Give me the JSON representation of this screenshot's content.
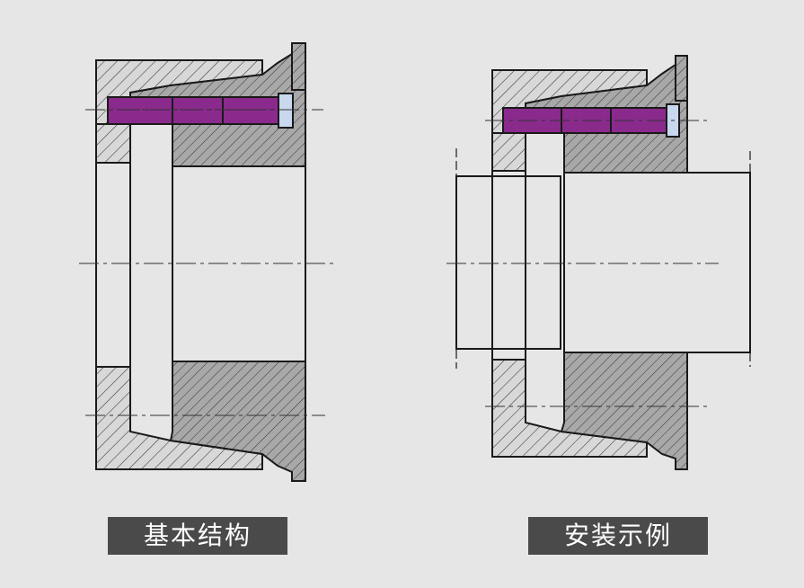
{
  "captions": {
    "basic_structure": "基本结构",
    "installation_example": "安装示例"
  },
  "colors": {
    "background": "#e6e6e6",
    "caption_bg": "#4a4a4a",
    "caption_text": "#ffffff",
    "outline": "#1a1a1a",
    "light_hatch_fill": "#d8d8d8",
    "dark_hatch_fill": "#a8a8a8",
    "bolt": "#8a2a8c",
    "bolt_head": "#c8d8ee",
    "part_fill": "#e6e6e6"
  },
  "icons": {
    "left": "expansion-sleeve-section-drawing",
    "right": "expansion-sleeve-installed-on-shaft-drawing"
  }
}
